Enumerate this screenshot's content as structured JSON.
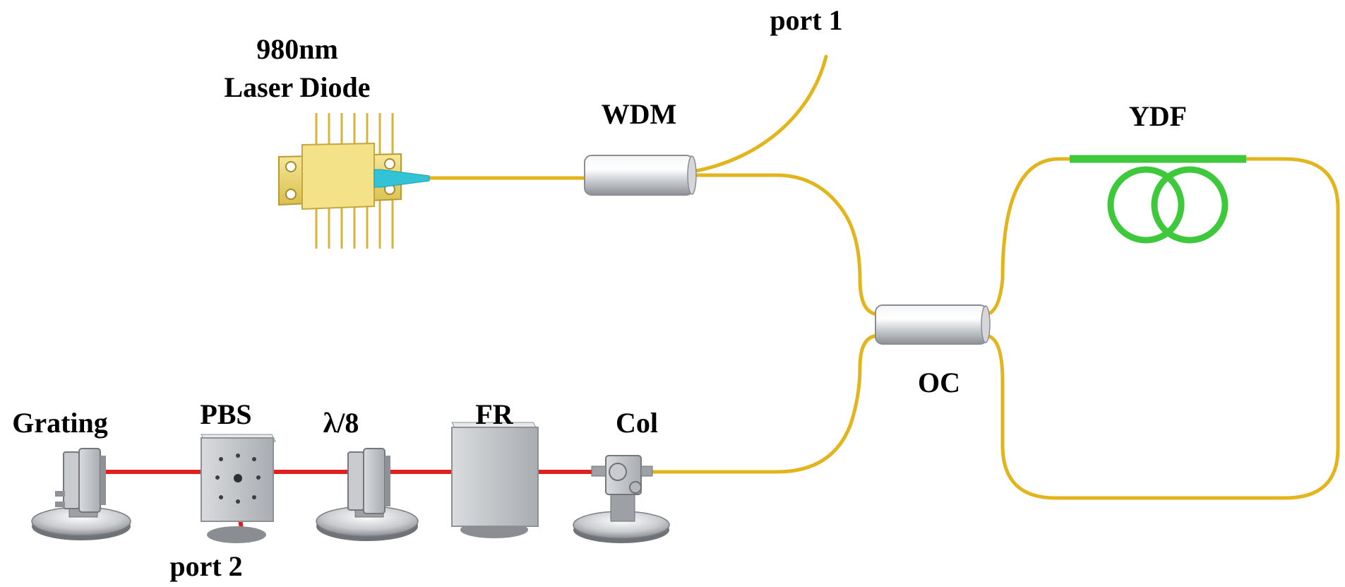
{
  "labels": {
    "port1": "port 1",
    "laser_line1": "980nm",
    "laser_line2": "Laser Diode",
    "wdm": "WDM",
    "ydf": "YDF",
    "oc": "OC",
    "grating": "Grating",
    "pbs": "PBS",
    "waveplate": "λ/8",
    "fr": "FR",
    "col": "Col",
    "port2": "port 2"
  },
  "colors": {
    "fiber": "#e3b51c",
    "doped_fiber": "#3ec83c",
    "laser_beam": "#e02020",
    "pigtail": "#33c3d6",
    "package": "#f2dc78",
    "metal": "#b9bcc0"
  }
}
